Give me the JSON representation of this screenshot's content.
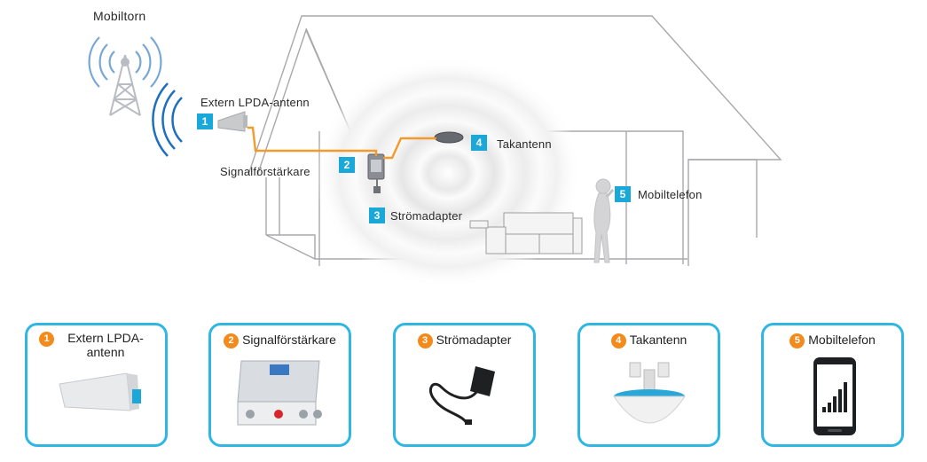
{
  "diagram": {
    "tower_label": "Mobiltorn",
    "steps": [
      {
        "number": "1",
        "label": "Extern LPDA-antenn"
      },
      {
        "number": "2",
        "label": "Signalförstärkare"
      },
      {
        "number": "3",
        "label": "Strömadapter"
      },
      {
        "number": "4",
        "label": "Takantenn"
      },
      {
        "number": "5",
        "label": "Mobiltelefon"
      }
    ]
  },
  "cards": [
    {
      "number": "1",
      "title": "Extern LPDA-antenn",
      "icon": "lpda-antenna-icon"
    },
    {
      "number": "2",
      "title": "Signalförstärkare",
      "icon": "signal-booster-icon"
    },
    {
      "number": "3",
      "title": "Strömadapter",
      "icon": "power-adapter-icon"
    },
    {
      "number": "4",
      "title": "Takantenn",
      "icon": "ceiling-antenna-icon"
    },
    {
      "number": "5",
      "title": "Mobiltelefon",
      "icon": "smartphone-icon"
    }
  ],
  "colors": {
    "accent": "#1aa8d8",
    "card_border": "#2fb7e3",
    "step_circle": "#f28b1c",
    "cable": "#f39a2c"
  }
}
